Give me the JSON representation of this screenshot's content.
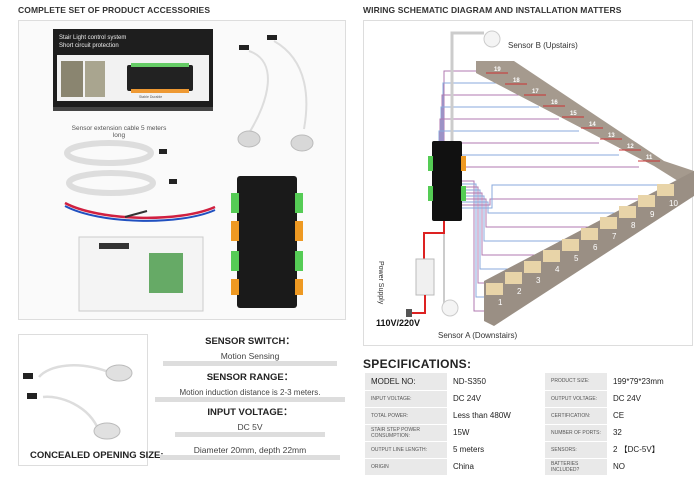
{
  "left_header": "COMPLETE SET OF PRODUCT ACCESSORIES",
  "right_header": "WIRING SCHEMATIC DIAGRAM AND INSTALLATION MATTERS",
  "box": {
    "line1": "Stair Light control system",
    "line2": "Short circuit protection",
    "footer": "Stable     Durable"
  },
  "cable_label": "Sensor extension cable 5 meters long",
  "diagram": {
    "sensor_b": "Sensor B (Upstairs)",
    "sensor_a": "Sensor A (Downstairs)",
    "power_supply": "Power Supply",
    "mains": "110V/220V",
    "upper_steps": [
      "19",
      "18",
      "17",
      "16",
      "15",
      "14",
      "13",
      "12",
      "11"
    ],
    "lower_steps": [
      "1",
      "2",
      "3",
      "4",
      "5",
      "6",
      "7",
      "8",
      "9",
      "10"
    ]
  },
  "sensor_specs": [
    {
      "label": "SENSOR SWITCH：",
      "value": "Motion  Sensing"
    },
    {
      "label": "SENSOR RANGE：",
      "value": "Motion induction distance is 2-3 meters."
    },
    {
      "label": "INPUT VOLTAGE：",
      "value": "DC 5V"
    },
    {
      "label": "CONCEALED OPENING SIZE:",
      "value": "Diameter 20mm, depth 22mm"
    }
  ],
  "specifications": {
    "title": "SPECIFICATIONS:",
    "rows": [
      [
        "Model No:",
        "ND-S350",
        "PRODUCT SIZE:",
        "199*79*23mm"
      ],
      [
        "INPUT VOLTAGE:",
        "DC 24V",
        "OUTPUT VOLTAGE:",
        "DC 24V"
      ],
      [
        "TOTAL POWER:",
        "Less than 480W",
        "CERTIFICATION:",
        "CE"
      ],
      [
        "STAIR STEP POWER CONSUMPTION:",
        "15W",
        "NUMBER OF PORTS:",
        "32"
      ],
      [
        "OUTPUT LINE LENGTH:",
        "5 meters",
        "SENSORS:",
        "2 【DC-5V】"
      ],
      [
        "ORIGIN",
        "China",
        "BATTERIES INCLUDED?",
        "NO"
      ]
    ]
  }
}
